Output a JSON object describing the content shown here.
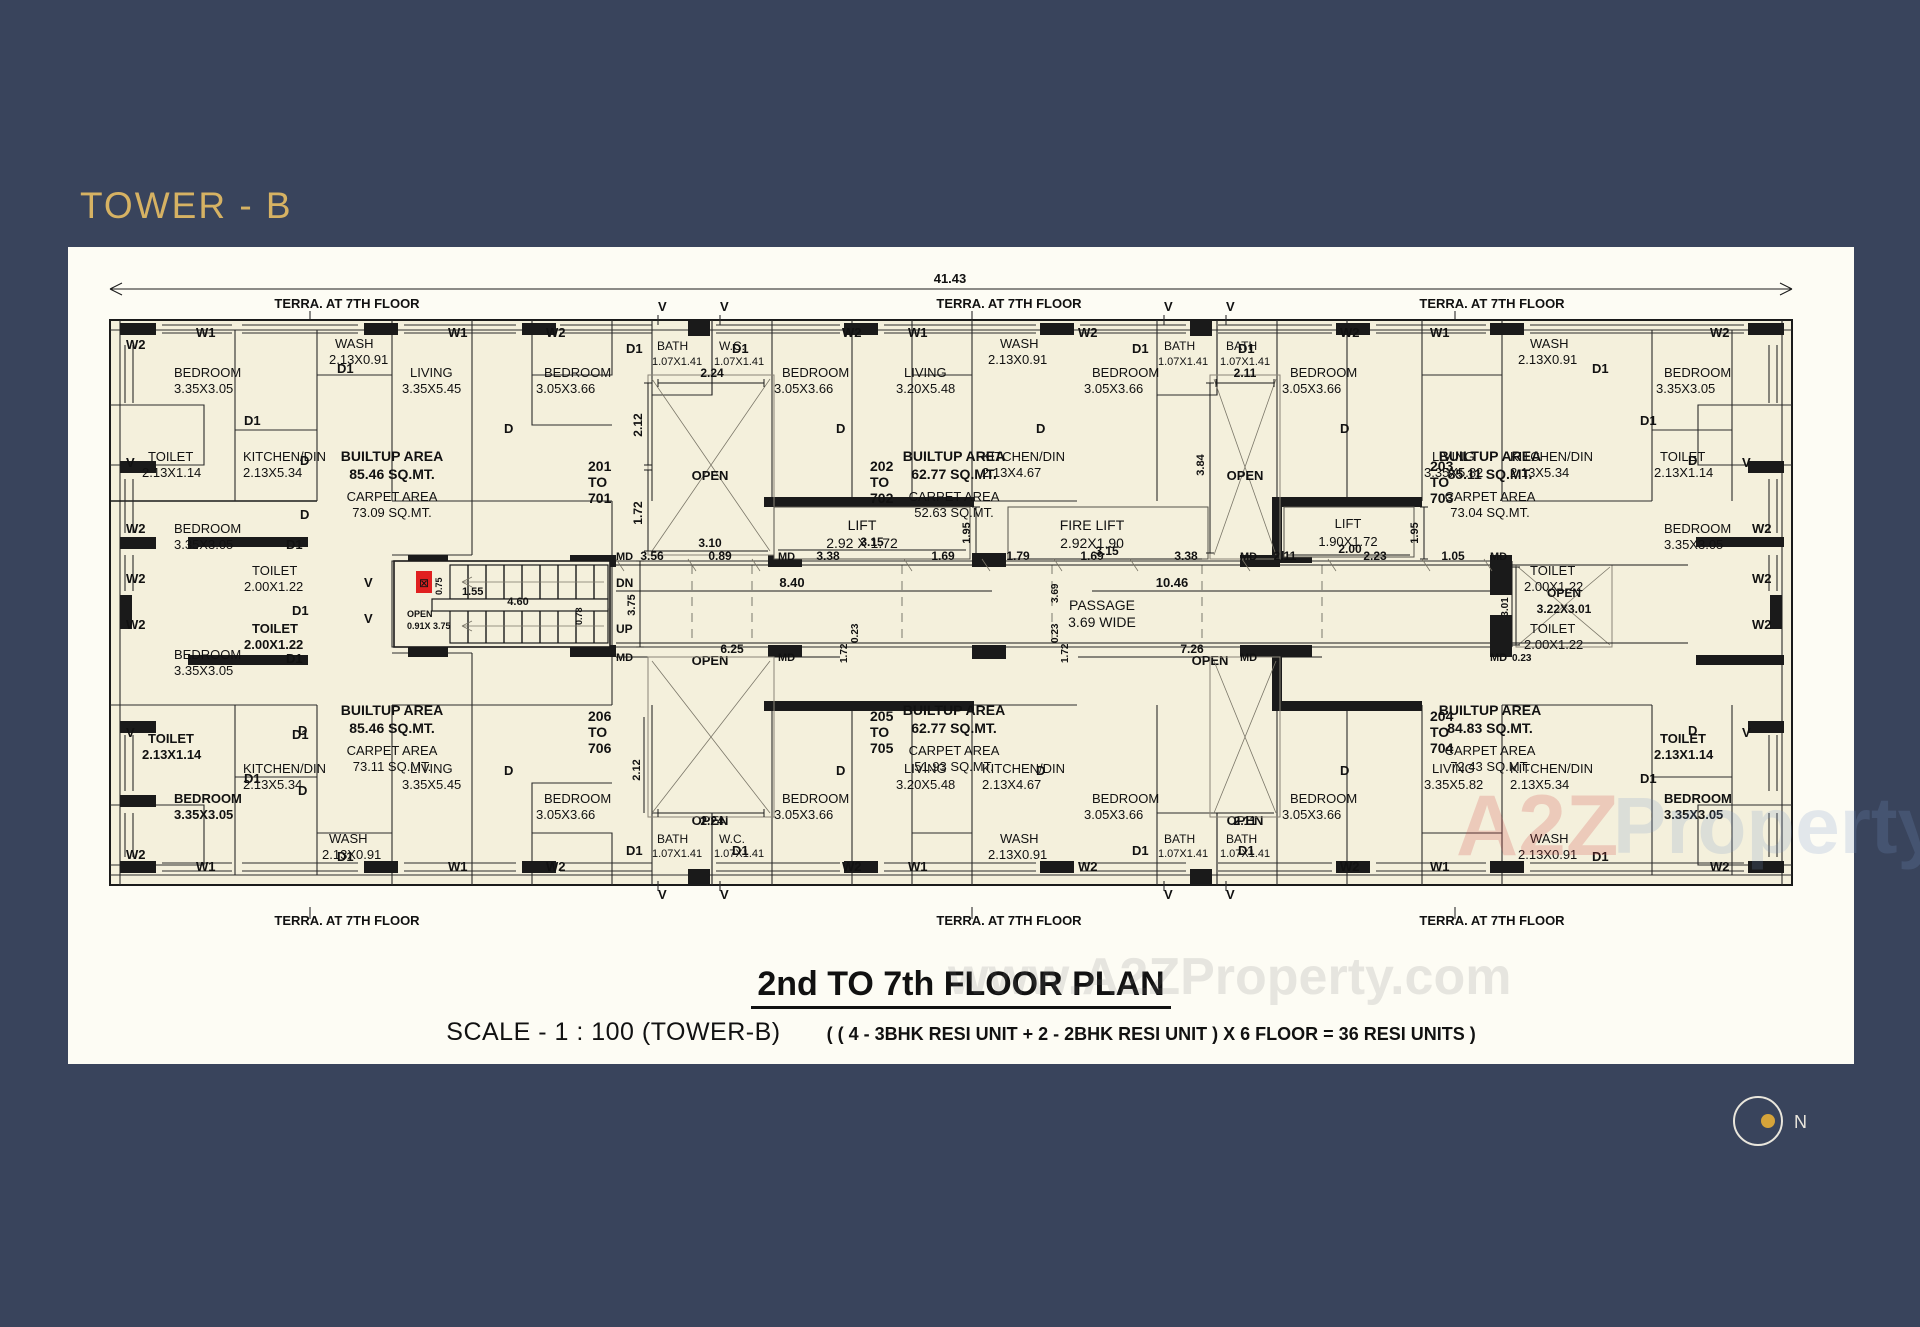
{
  "header": {
    "tower_label": "TOWER - B"
  },
  "title_block": {
    "plan_title": "2nd TO 7th FLOOR PLAN",
    "scale": "SCALE - 1 : 100 (TOWER-B)",
    "unit_mix": "( ( 4 - 3BHK RESI UNIT + 2 - 2BHK RESI UNIT )  X 6 FLOOR = 36 RESI UNITS )"
  },
  "compass": {
    "label": "N"
  },
  "watermark": {
    "a2z": "A2Z",
    "property": "Property",
    "url": "www.A2ZProperty.com"
  },
  "overall": {
    "total_width": "41.43"
  },
  "terrace_labels": [
    "TERRA. AT 7TH FLOOR",
    "TERRA. AT 7TH FLOOR",
    "TERRA. AT 7TH FLOOR",
    "TERRA. AT 7TH FLOOR",
    "TERRA. AT 7TH FLOOR",
    "TERRA. AT 7TH FLOOR"
  ],
  "units": [
    {
      "id": "201 TO 701",
      "numbers": [
        "201",
        "TO",
        "701"
      ],
      "builtup_label": "BUILTUP AREA",
      "builtup": "85.46 SQ.MT.",
      "carpet_label": "CARPET AREA",
      "carpet": "73.09 SQ.MT."
    },
    {
      "id": "202 TO 702",
      "numbers": [
        "202",
        "TO",
        "702"
      ],
      "builtup_label": "BUILTUP AREA",
      "builtup": "62.77 SQ.MT.",
      "carpet_label": "CARPET AREA",
      "carpet": "52.63 SQ.MT."
    },
    {
      "id": "203 TO 703",
      "numbers": [
        "203",
        "TO",
        "703"
      ],
      "builtup_label": "BUILTUP AREA",
      "builtup": "85.11 SQ.MT.",
      "carpet_label": "CARPET AREA",
      "carpet": "73.04 SQ.MT."
    },
    {
      "id": "204 TO 704",
      "numbers": [
        "204",
        "TO",
        "704"
      ],
      "builtup_label": "BUILTUP AREA",
      "builtup": "84.83 SQ.MT.",
      "carpet_label": "CARPET AREA",
      "carpet": "72.43 SQ.MT."
    },
    {
      "id": "205 TO 705",
      "numbers": [
        "205",
        "TO",
        "705"
      ],
      "builtup_label": "BUILTUP AREA",
      "builtup": "62.77 SQ.MT.",
      "carpet_label": "CARPET AREA",
      "carpet": "51.93 SQ.MT."
    },
    {
      "id": "206 TO 706",
      "numbers": [
        "206",
        "TO",
        "706"
      ],
      "builtup_label": "BUILTUP AREA",
      "builtup": "85.46 SQ.MT.",
      "carpet_label": "CARPET AREA",
      "carpet": "73.11 SQ.MT."
    }
  ],
  "rooms_top": [
    {
      "name": "BEDROOM",
      "size": "3.35X3.05"
    },
    {
      "name": "KITCHEN/DIN",
      "size": "2.13X5.34"
    },
    {
      "name": "WASH",
      "size": "2.13X0.91"
    },
    {
      "name": "TOILET",
      "size": "2.13X1.14"
    },
    {
      "name": "BEDROOM",
      "size": "3.35X3.05"
    },
    {
      "name": "TOILET",
      "size": "2.00X1.22"
    },
    {
      "name": "LIVING",
      "size": "3.35X5.45"
    },
    {
      "name": "BEDROOM",
      "size": "3.05X3.66"
    },
    {
      "name": "BATH",
      "size": "1.07X1.41"
    },
    {
      "name": "W.C.",
      "size": "1.07X1.41"
    },
    {
      "name": "BEDROOM",
      "size": "3.05X3.66"
    },
    {
      "name": "LIVING",
      "size": "3.20X5.48"
    },
    {
      "name": "KITCHEN/DIN",
      "size": "2.13X4.67"
    },
    {
      "name": "WASH",
      "size": "2.13X0.91"
    },
    {
      "name": "BEDROOM",
      "size": "3.05X3.66"
    },
    {
      "name": "BATH",
      "size": "1.07X1.41"
    },
    {
      "name": "BATH",
      "size": "1.07X1.41"
    },
    {
      "name": "BEDROOM",
      "size": "3.05X3.66"
    },
    {
      "name": "LIVING",
      "size": "3.35X5.82"
    },
    {
      "name": "KITCHEN/DIN",
      "size": "2.13X5.34"
    },
    {
      "name": "WASH",
      "size": "2.13X0.91"
    },
    {
      "name": "BEDROOM",
      "size": "3.35X3.05"
    },
    {
      "name": "TOILET",
      "size": "2.13X1.14"
    },
    {
      "name": "BEDROOM",
      "size": "3.35X3.05"
    },
    {
      "name": "TOILET",
      "size": "2.00X1.22"
    }
  ],
  "rooms_bottom": [
    {
      "name": "BEDROOM",
      "size": "3.35X3.05"
    },
    {
      "name": "TOILET",
      "size": "2.00X1.22"
    },
    {
      "name": "TOILET",
      "size": "2.13X1.14"
    },
    {
      "name": "BEDROOM",
      "size": "3.35X3.05"
    },
    {
      "name": "KITCHEN/DIN",
      "size": "2.13X5.34"
    },
    {
      "name": "LIVING",
      "size": "3.35X5.45"
    },
    {
      "name": "WASH",
      "size": "2.13X0.91"
    },
    {
      "name": "BEDROOM",
      "size": "3.05X3.66"
    },
    {
      "name": "BATH",
      "size": "1.07X1.41"
    },
    {
      "name": "W.C.",
      "size": "1.07X1.41"
    },
    {
      "name": "BEDROOM",
      "size": "3.05X3.66"
    },
    {
      "name": "LIVING",
      "size": "3.20X5.48"
    },
    {
      "name": "KITCHEN/DIN",
      "size": "2.13X4.67"
    },
    {
      "name": "WASH",
      "size": "2.13X0.91"
    },
    {
      "name": "BEDROOM",
      "size": "3.05X3.66"
    },
    {
      "name": "BATH",
      "size": "1.07X1.41"
    },
    {
      "name": "BATH",
      "size": "1.07X1.41"
    },
    {
      "name": "BEDROOM",
      "size": "3.05X3.66"
    },
    {
      "name": "LIVING",
      "size": "3.35X5.82"
    },
    {
      "name": "KITCHEN/DIN",
      "size": "2.13X5.34"
    },
    {
      "name": "WASH",
      "size": "2.13X0.91"
    },
    {
      "name": "BEDROOM",
      "size": "3.35X3.05"
    },
    {
      "name": "TOILET",
      "size": "2.13X1.14"
    },
    {
      "name": "TOILET",
      "size": "2.00X1.22"
    }
  ],
  "cores": {
    "lift_left": {
      "name": "LIFT",
      "size": "2.92 X 1.72"
    },
    "fire_lift": {
      "name": "FIRE LIFT",
      "size": "2.92X1.90"
    },
    "lift_right": {
      "name": "LIFT",
      "size": "1.90X1.72"
    },
    "passage": {
      "name": "PASSAGE",
      "size": "3.69 WIDE"
    },
    "stair_dn": "DN",
    "stair_up": "UP",
    "open_shaft_left": {
      "name": "OPEN",
      "size": "0.91X 3.75"
    },
    "open_shaft_right": {
      "name": "OPEN",
      "size": "3.22X3.01"
    }
  },
  "open_labels": [
    "OPEN",
    "OPEN",
    "OPEN",
    "OPEN",
    "OPEN",
    "OPEN",
    "OPEN"
  ],
  "markers": {
    "md": "MD",
    "door": "D",
    "door1": "D1",
    "vent": "V",
    "window1": "W1",
    "window2": "W2"
  },
  "dimensions": {
    "open_left": {
      "w": "2.24",
      "h1": "2.12",
      "h2": "1.72",
      "b": "3.10"
    },
    "lift_left": {
      "w": "3.15",
      "h": "1.95"
    },
    "open_right": {
      "w": "2.11",
      "h": "3.84"
    },
    "lift_right": {
      "w": "2.00",
      "h": "1.95"
    },
    "chain_upper": [
      "3.56",
      "0.89",
      "3.38",
      "1.69",
      "1.79",
      "1.69",
      "3.38",
      "2.11",
      "2.23",
      "1.05"
    ],
    "span_left": "8.40",
    "span_right": "10.46",
    "stair": {
      "run": "4.60",
      "tread1": "1.55",
      "w": "0.75",
      "h": "3.75",
      "riser": "0.78"
    },
    "open_bottom_left": "6.25",
    "open_bottom_right": "7.26",
    "offsets": [
      "0.23",
      "0.23",
      "0.23"
    ],
    "verticals": [
      "1.72",
      "1.72",
      "3.69",
      "3.01",
      "2.12",
      "2.12",
      "2.24",
      "2.24"
    ]
  }
}
